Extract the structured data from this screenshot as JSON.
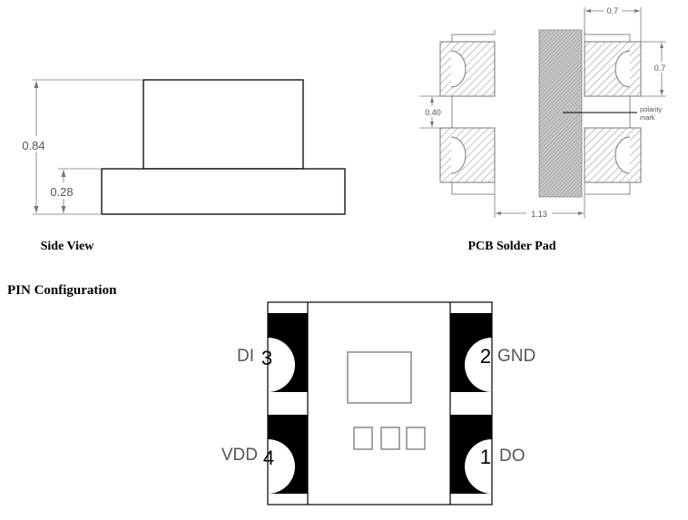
{
  "side_view": {
    "caption": "Side View",
    "dim_total_height": "0.84",
    "dim_base_height": "0.28"
  },
  "pcb_pad": {
    "caption": "PCB Solder Pad",
    "dim_pad_width": "0.7",
    "dim_pad_height": "0.7",
    "dim_pad_gap": "0.40",
    "dim_center_width": "1.13",
    "polarity_line1": "polarity",
    "polarity_line2": "mark"
  },
  "pin_config": {
    "title": "PIN  Configuration",
    "pins": [
      {
        "number": "1",
        "name": "DO"
      },
      {
        "number": "2",
        "name": "GND"
      },
      {
        "number": "3",
        "name": "DI"
      },
      {
        "number": "4",
        "name": "VDD"
      }
    ]
  },
  "colors": {
    "line": "#000000",
    "dimension_line": "#777777",
    "hatch_fill": "#d0d0d0",
    "polarity_band": "#bdbdbd",
    "pad_black": "#000000"
  }
}
